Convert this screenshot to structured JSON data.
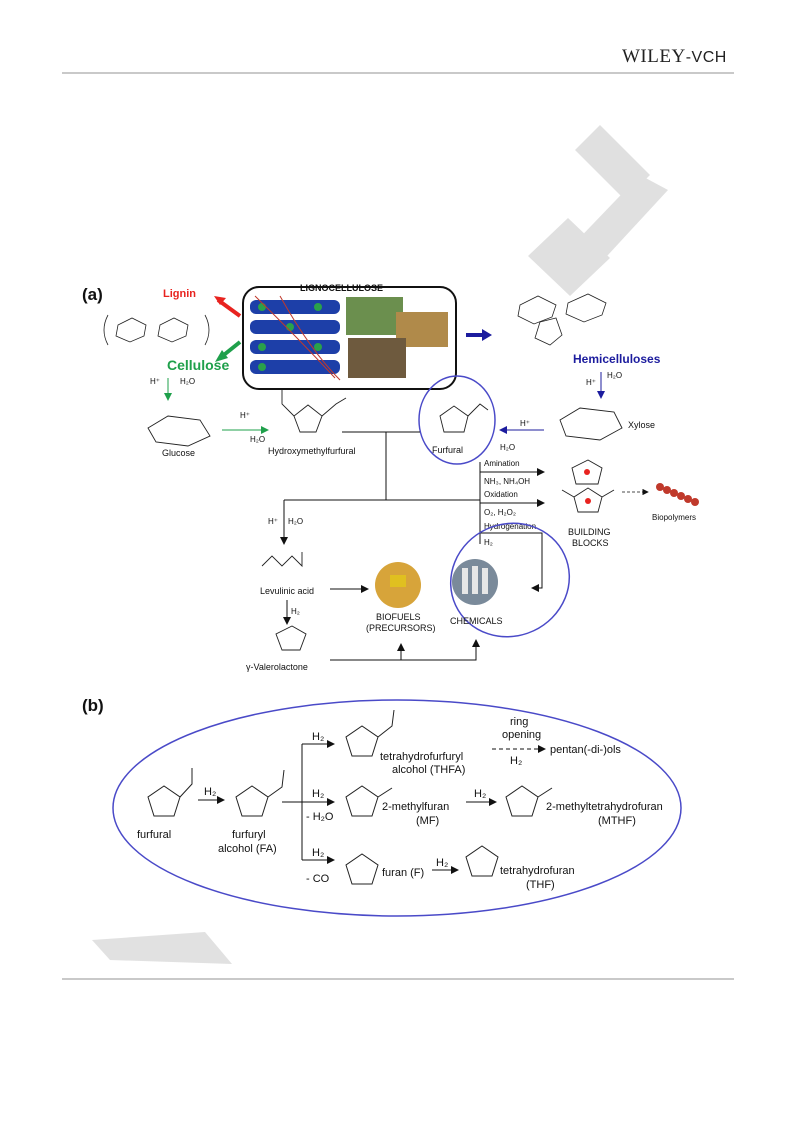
{
  "header": {
    "publisher_main": "WILEY",
    "publisher_suffix": "-VCH"
  },
  "panel_a": {
    "label": "(a)",
    "lignocellulose": "LIGNOCELLULOSE",
    "lignin": "Lignin",
    "cellulose": "Cellulose",
    "hemicelluloses": "Hemicelluloses",
    "glucose": "Glucose",
    "hmf": "Hydroxymethylfurfural",
    "furfural": "Furfural",
    "xylose": "Xylose",
    "levulinic": "Levulinic acid",
    "gvl": "γ-Valerolactone",
    "biofuels_1": "BIOFUELS",
    "biofuels_2": "(PRECURSORS)",
    "chemicals": "CHEMICALS",
    "building_1": "BUILDING",
    "building_2": "BLOCKS",
    "biopolymers": "Biopolymers",
    "amination": "Amination",
    "amination_reagents": "NH₃, NH₄OH",
    "oxidation": "Oxidation",
    "oxidation_reagents": "O₂, H₂O₂",
    "hydrogenation": "Hydrogenation",
    "h2": "H₂",
    "hplus": "H⁺",
    "h2o": "H₂O",
    "colors": {
      "lignin": "#e8231f",
      "cellulose": "#1fa04b",
      "hemi": "#1c1c9e",
      "ellipse": "#4a4ac8"
    }
  },
  "panel_b": {
    "label": "(b)",
    "furfural": "furfural",
    "fa_1": "furfuryl",
    "fa_2": "alcohol (FA)",
    "thfa_1": "tetrahydrofurfuryl",
    "thfa_2": "alcohol (THFA)",
    "ring_1": "ring",
    "ring_2": "opening",
    "pentanols": "pentan(-di-)ols",
    "mf_1": "2-methylfuran",
    "mf_2": "(MF)",
    "mthf_1": "2-methyltetrahydrofuran",
    "mthf_2": "(MTHF)",
    "f_1": "furan (F)",
    "thf_1": "tetrahydrofuran",
    "thf_2": "(THF)",
    "h2": "H₂",
    "minus_h2o": "- H₂O",
    "minus_co": "- CO"
  }
}
